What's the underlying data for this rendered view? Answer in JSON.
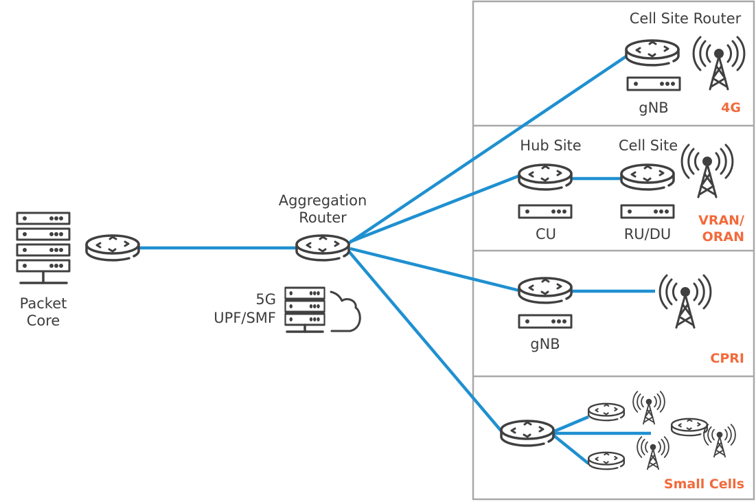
{
  "colors": {
    "link": "#1f90d0",
    "accent": "#f26a3b",
    "icon": "#404040",
    "text": "#3d3d3d",
    "border": "#a8a8a8"
  },
  "left": {
    "packet_core_line1": "Packet",
    "packet_core_line2": "Core",
    "aggregation_line1": "Aggregation",
    "aggregation_line2": "Router",
    "upf_line1": "5G",
    "upf_line2": "UPF/SMF"
  },
  "panels": [
    {
      "id": "4g",
      "title": "Cell Site Router",
      "device_label": "gNB",
      "tag": "4G"
    },
    {
      "id": "vran",
      "hub_title": "Hub Site",
      "cell_title": "Cell Site",
      "hub_device_label": "CU",
      "cell_device_label": "RU/DU",
      "tag_line1": "VRAN/",
      "tag_line2": "ORAN"
    },
    {
      "id": "cpri",
      "device_label": "gNB",
      "tag": "CPRI"
    },
    {
      "id": "small-cells",
      "tag": "Small Cells"
    }
  ],
  "icons": {
    "server_rack": "server-rack-icon",
    "router": "router-icon",
    "appliance": "network-appliance-icon",
    "tower": "cell-tower-icon",
    "cloud": "cloud-icon"
  }
}
